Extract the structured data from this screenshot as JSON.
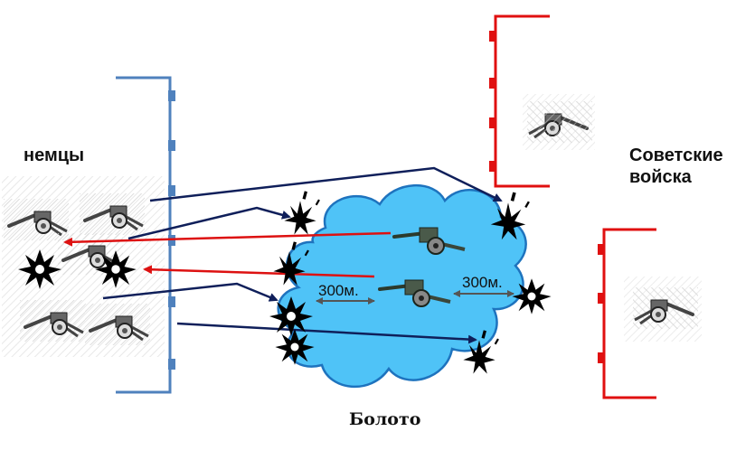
{
  "labels": {
    "germans": "немцы",
    "soviet": "Советские\nвойска",
    "swamp": "Болото",
    "distance_left": "300м.",
    "distance_right": "300м."
  },
  "colors": {
    "german_line": "#4f81bd",
    "soviet_line": "#e01010",
    "german_fire": "#0f1f5a",
    "soviet_fire": "#dd1111",
    "swamp": "#4fc3f7",
    "swamp_edge": "#1e73be"
  },
  "icons": [
    "cannon-icon",
    "explosion-icon"
  ]
}
